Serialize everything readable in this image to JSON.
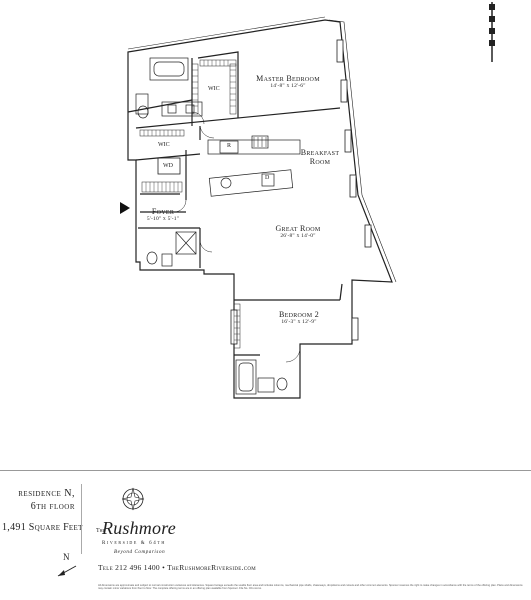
{
  "rooms": {
    "master_bedroom": {
      "name": "Master Bedroom",
      "dim": "14'-8\" x 12'-6\""
    },
    "breakfast_room": {
      "name_line1": "Breakfast",
      "name_line2": "Room"
    },
    "great_room": {
      "name": "Great Room",
      "dim": "26'-8\" x 14'-0\""
    },
    "foyer": {
      "name": "Foyer",
      "dim": "5'-10\" x 5'-1\""
    },
    "bedroom_2": {
      "name": "Bedroom 2",
      "dim": "16'-3\" x 12'-9\""
    }
  },
  "fixtures": {
    "wic_1": "WIC",
    "wic_2": "WIC",
    "wd": "WD",
    "refrigerator": "R",
    "dishwasher": "D"
  },
  "footer": {
    "unit_line1": "residence N,",
    "unit_line2": "6th floor",
    "square_feet": "1,491 Square Feet",
    "brand_the": "The",
    "brand_name": "Rushmore",
    "brand_sub": "Riverside & 64th",
    "brand_tagline": "Beyond Comparison",
    "north_label": "N",
    "contact": "Tele 212 496 1400 • TheRushmoreRiverside.com",
    "disclaimer": "All dimensions are approximate and subject to normal construction variances and tolerances. Square footage exceeds the usable floor area and includes columns, mechanical pipe shafts, chaseways, dropdowns and cutouts and other common elements. Sponsor reserves the right to make changes in accordance with the terms of the offering plan. Plans and dimensions may contain minor variations from floor to floor. The complete offering terms are in an offering plan available from Sponsor. File No. CD-xxxxxx."
  },
  "colors": {
    "ink": "#222222",
    "rule": "#999999"
  }
}
